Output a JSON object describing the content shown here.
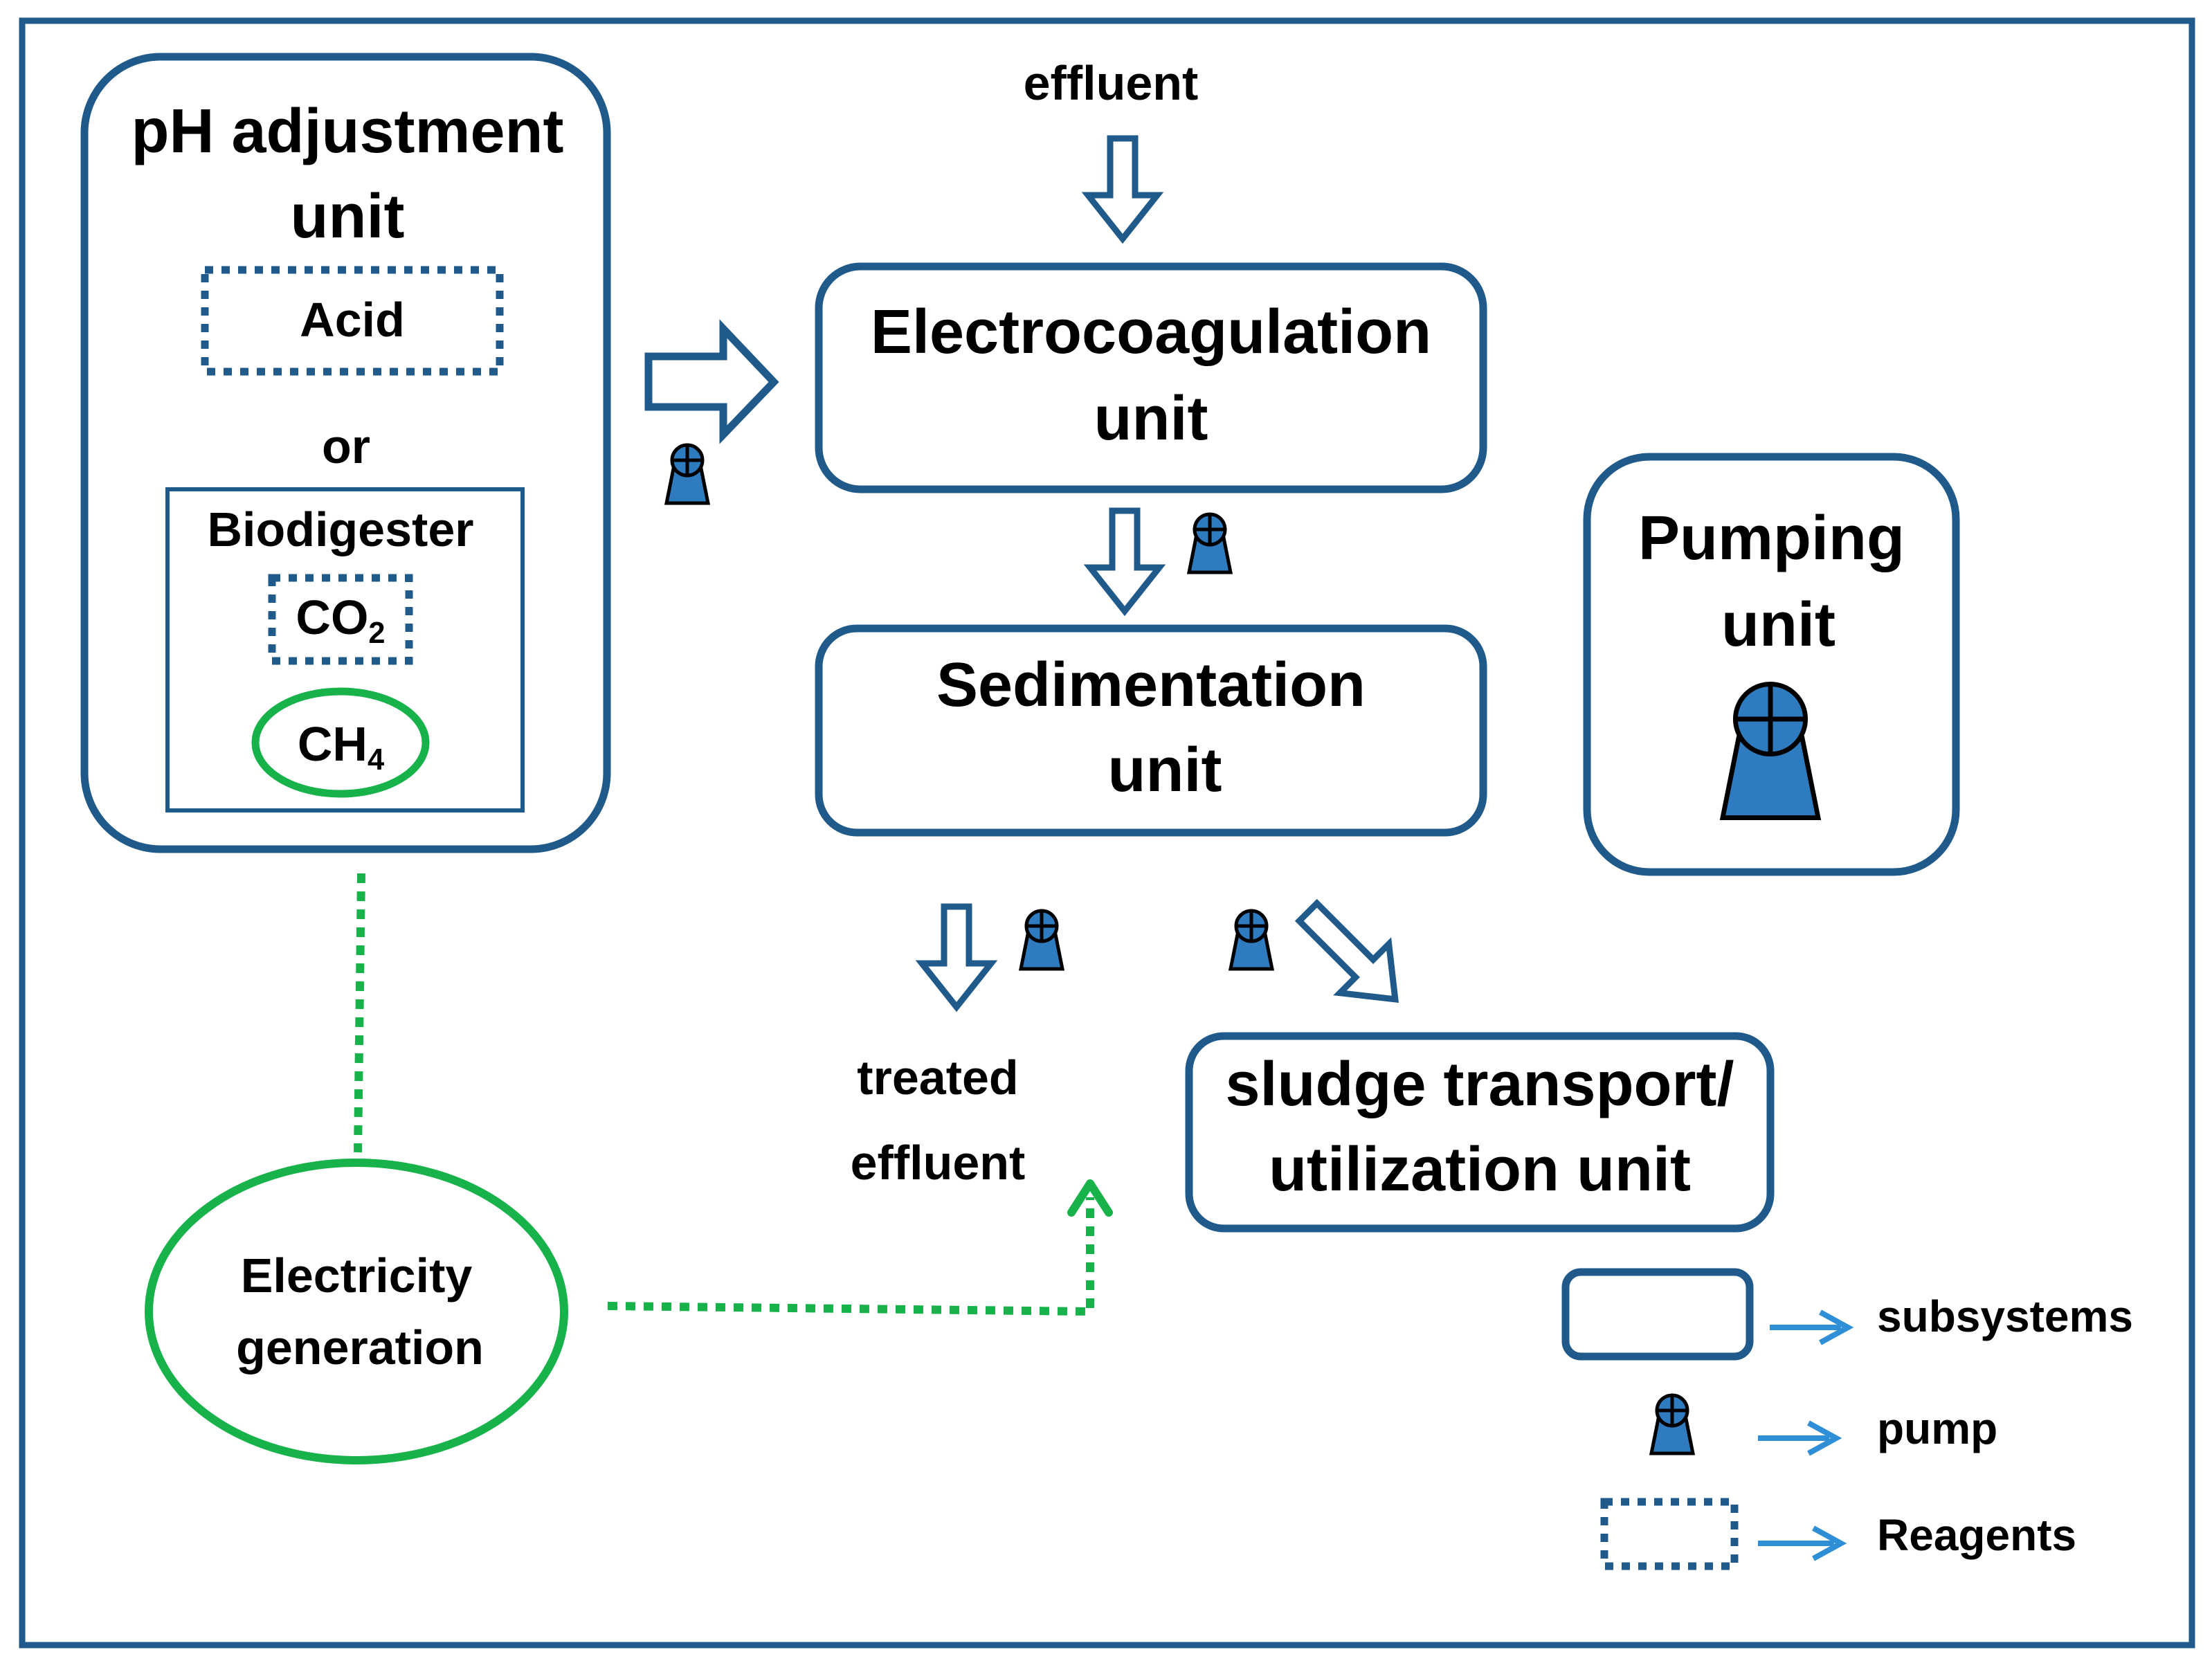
{
  "colors": {
    "frame": "#1f5a8a",
    "box_border": "#1f5a8a",
    "pump_fill": "#2e7bbf",
    "green": "#17b34a",
    "legend_arrow": "#2f8fd6"
  },
  "ph_unit": {
    "title_line1": "pH adjustment",
    "title_line2": "unit",
    "acid": "Acid",
    "or": "or",
    "biodigester": "Biodigester",
    "co2_base": "CO",
    "co2_sub": "2",
    "ch4_base": "CH",
    "ch4_sub": "4"
  },
  "flow": {
    "effluent": "effluent",
    "treated_line1": "treated",
    "treated_line2": "effluent"
  },
  "units": {
    "electrocoagulation_line1": "Electrocoagulation",
    "electrocoagulation_line2": "unit",
    "sedimentation_line1": "Sedimentation",
    "sedimentation_line2": "unit",
    "pumping_line1": "Pumping",
    "pumping_line2": "unit",
    "sludge_line1": "sludge transport/",
    "sludge_line2": "utilization unit"
  },
  "electricity": {
    "line1": "Electricity",
    "line2": "generation"
  },
  "legend": {
    "subsystems": "subsystems",
    "pump": "pump",
    "reagents": "Reagents"
  },
  "icons": [
    "pump-icon",
    "hollow-arrow-icon",
    "dotted-arrow-icon"
  ]
}
